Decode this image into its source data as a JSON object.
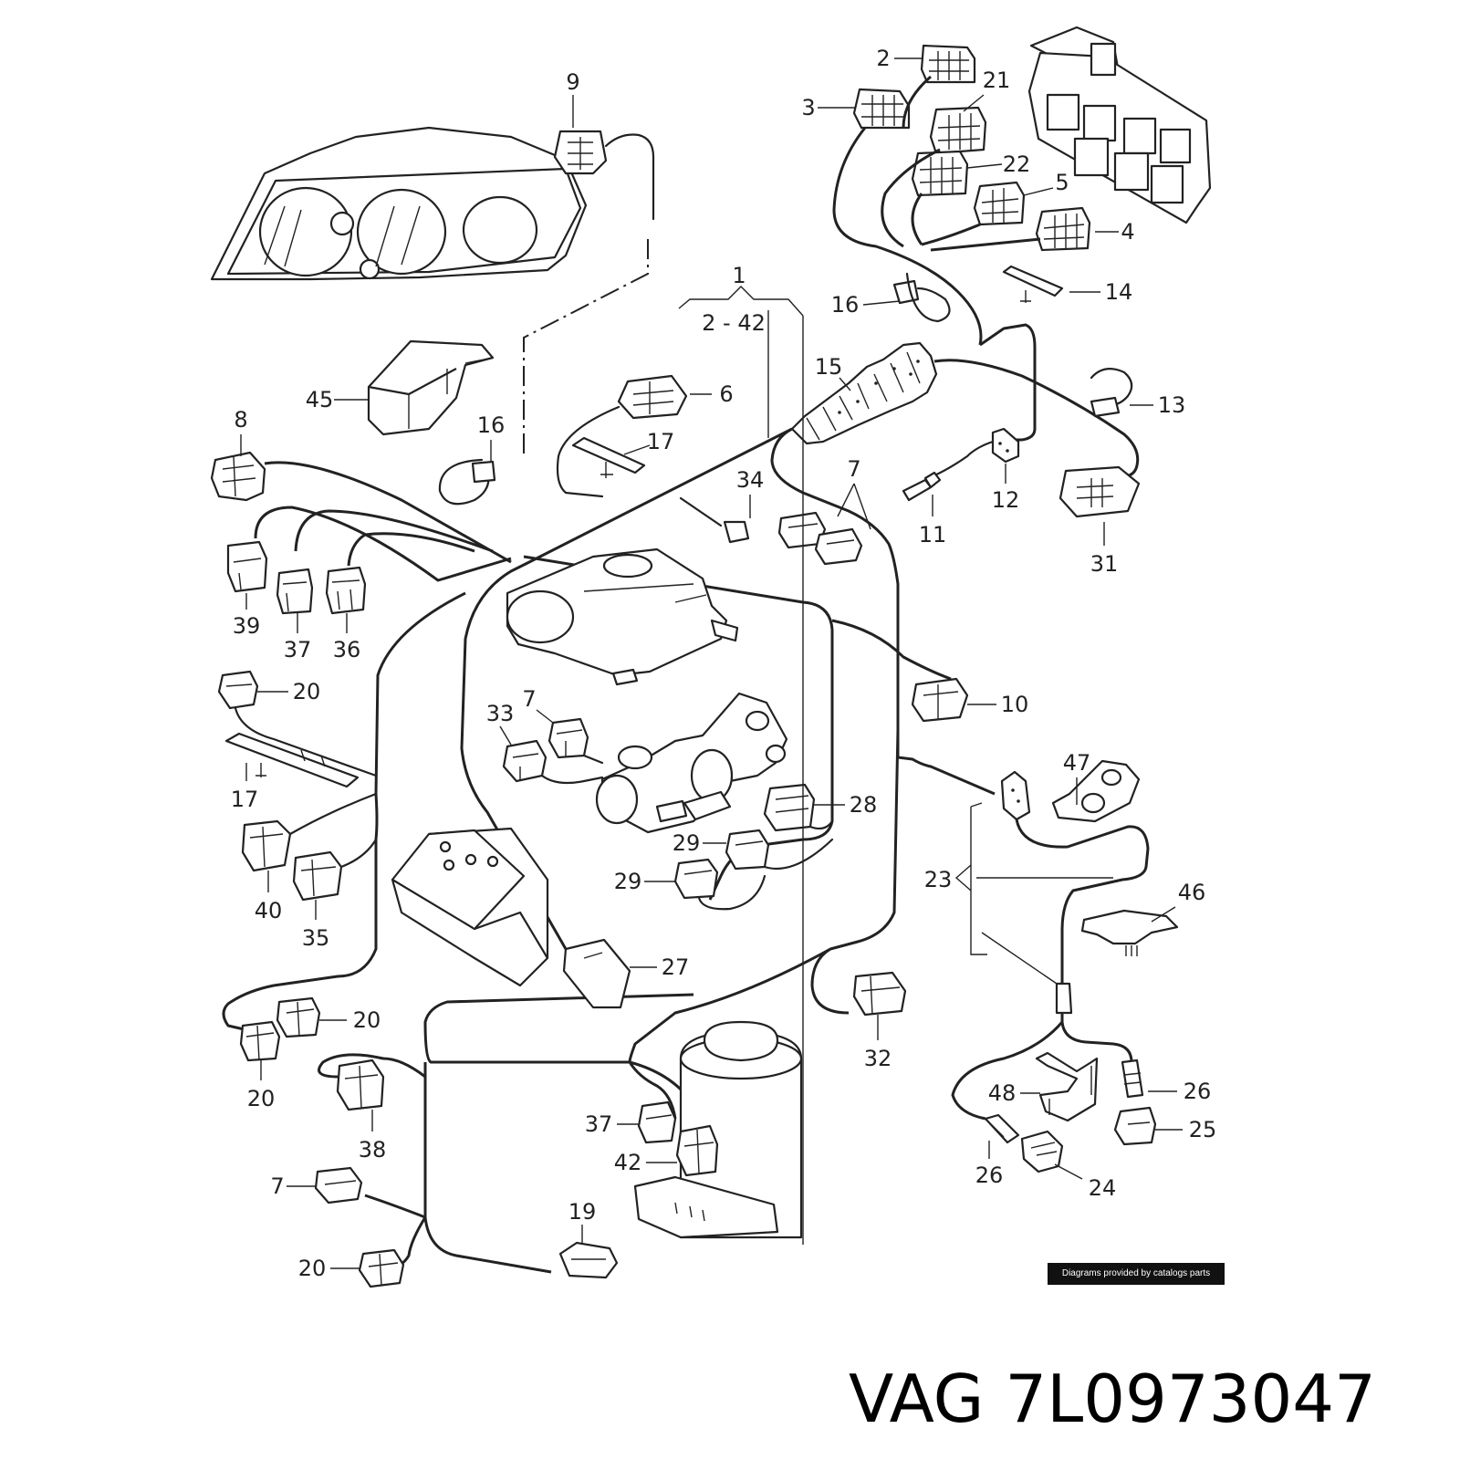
{
  "caption": {
    "brand_part": "VAG 7L0973047"
  },
  "credit": {
    "text": "Diagrams provided by catalogs parts"
  },
  "diagram": {
    "group_label": "1",
    "range_label": "2 - 42",
    "callouts": {
      "c9": "9",
      "c2": "2",
      "c3": "3",
      "c21": "21",
      "c22": "22",
      "c5": "5",
      "c4": "4",
      "c16a": "16",
      "c14": "14",
      "c15": "15",
      "c13": "13",
      "c45": "45",
      "c6": "6",
      "c8": "8",
      "c16b": "16",
      "c17a": "17",
      "c34": "34",
      "c7a": "7",
      "c12": "12",
      "c11": "11",
      "c31": "31",
      "c39": "39",
      "c37a": "37",
      "c36": "36",
      "c20a": "20",
      "c33": "33",
      "c7b": "7",
      "c10": "10",
      "c17b": "17",
      "c47": "47",
      "c28": "28",
      "c29a": "29",
      "c29b": "29",
      "c40": "40",
      "c35": "35",
      "c23": "23",
      "c46": "46",
      "c27": "27",
      "c20b": "20",
      "c20c": "20",
      "c32": "32",
      "c38": "38",
      "c37b": "37",
      "c42": "42",
      "c26a": "26",
      "c48": "48",
      "c25": "25",
      "c26b": "26",
      "c24": "24",
      "c7c": "7",
      "c19": "19",
      "c20d": "20"
    }
  },
  "colors": {
    "ink": "#222222",
    "badge": "#111111",
    "background": "#ffffff"
  }
}
